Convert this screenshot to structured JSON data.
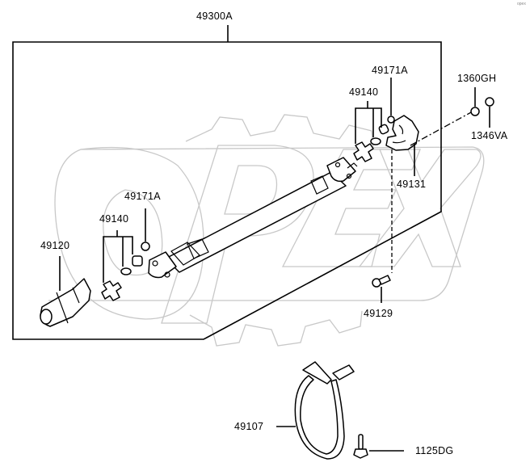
{
  "diagram": {
    "title": "Propeller shaft assembly",
    "corner_mark": "opex",
    "watermark_text": "OPEX",
    "colors": {
      "line": "#000000",
      "watermark": "#c8c8c8",
      "background": "#ffffff"
    },
    "labels": {
      "assembly": "49300A",
      "washer_rear": "49171A",
      "bearing_kit_rear": "49140",
      "bolt_upper": "1360GH",
      "nut": "1346VA",
      "flange_yoke": "49131",
      "washer_front": "49171A",
      "bearing_kit_front": "49140",
      "sleeve_yoke": "49120",
      "bolt_lower": "49129",
      "hanger_strap": "49107",
      "strap_bolt": "1125DG"
    }
  }
}
